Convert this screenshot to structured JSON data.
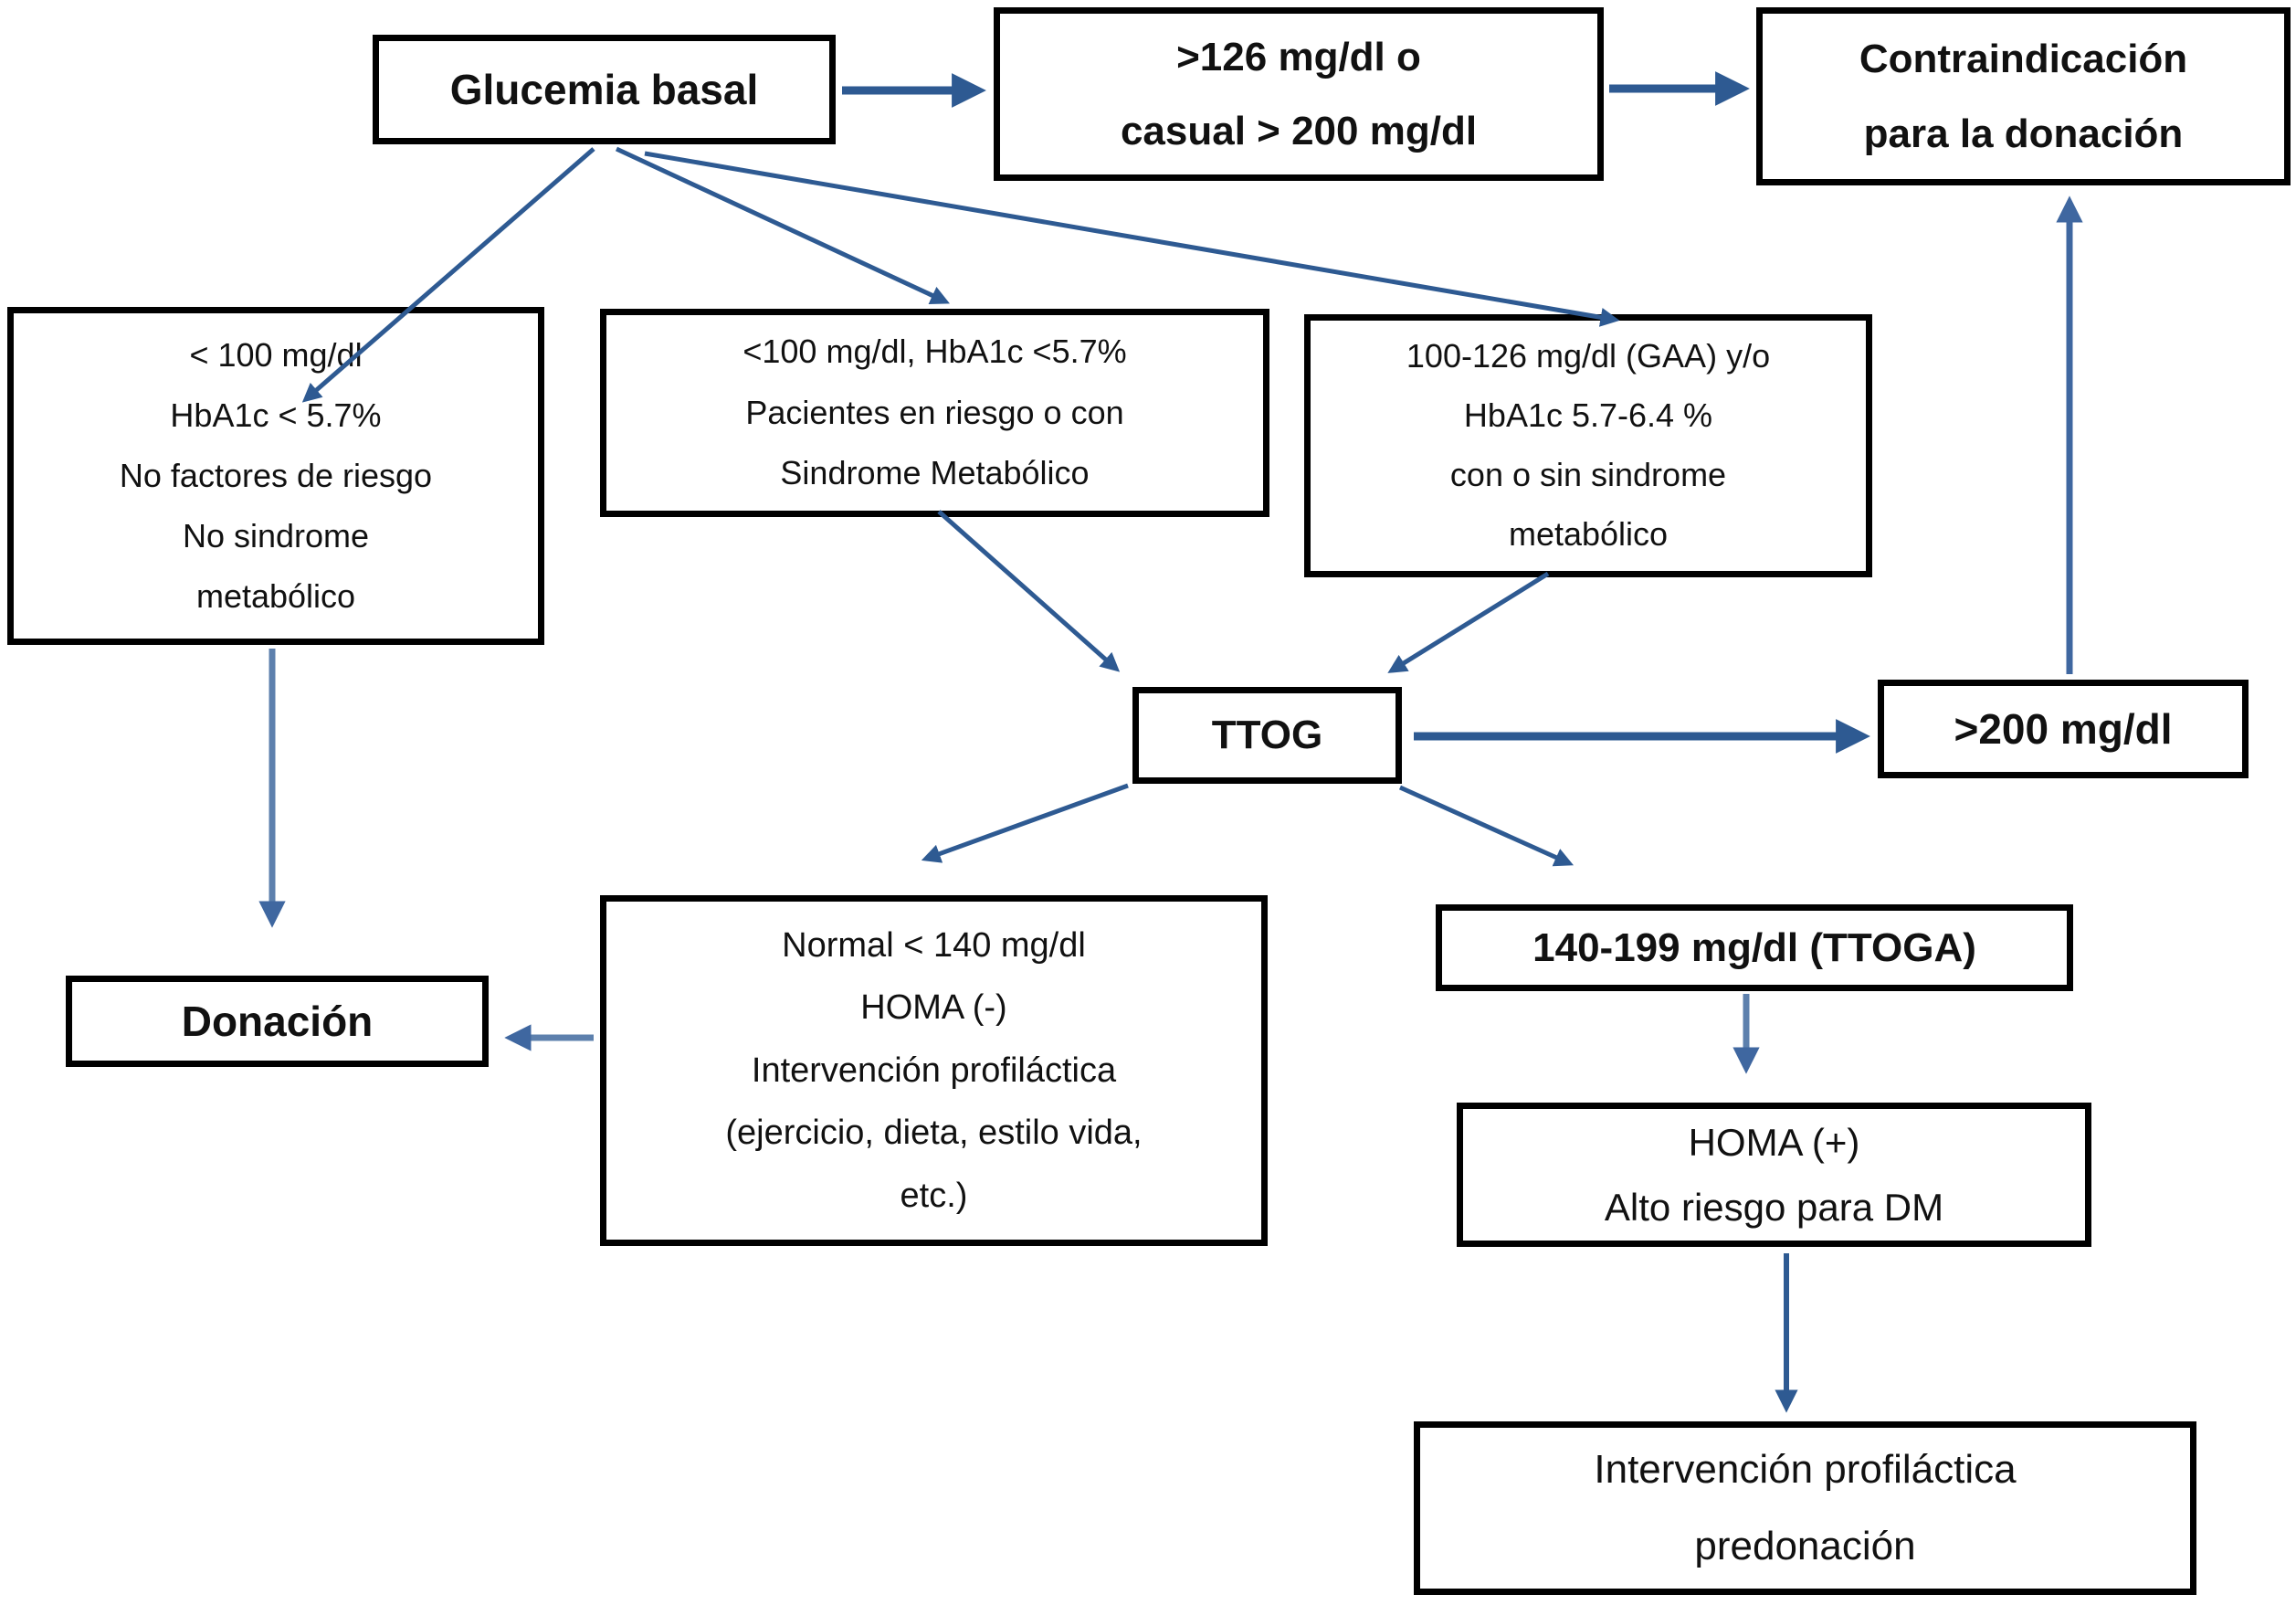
{
  "diagram": {
    "nodes": {
      "glucemia_basal": {
        "label": "Glucemia basal"
      },
      "glucemia_alta": {
        "label": ">126 mg/dl o\ncasual > 200 mg/dl"
      },
      "contraindicacion": {
        "label": "Contraindicación\npara la donación"
      },
      "normal_sin_riesgo": {
        "label": "< 100 mg/dl\nHbA1c < 5.7%\nNo factores de riesgo\nNo sindrome\nmetabólico"
      },
      "normal_con_riesgo": {
        "label": "<100 mg/dl, HbA1c <5.7%\nPacientes en riesgo o con\nSindrome Metabólico"
      },
      "gaa": {
        "label": "100-126 mg/dl (GAA) y/o\nHbA1c 5.7-6.4 %\ncon o sin sindrome\nmetabólico"
      },
      "ttog": {
        "label": "TTOG"
      },
      "ttog_alto": {
        "label": ">200 mg/dl"
      },
      "ttog_normal": {
        "label": "Normal < 140 mg/dl\nHOMA (-)\nIntervención profiláctica\n(ejercicio, dieta, estilo vida,\netc.)"
      },
      "ttoga": {
        "label": "140-199 mg/dl (TTOGA)"
      },
      "donacion": {
        "label": "Donación"
      },
      "homa_positivo": {
        "label": "HOMA (+)\nAlto riesgo para DM"
      },
      "intervencion_predonacion": {
        "label": "Intervención profiláctica\npredonación"
      }
    },
    "edges": [
      {
        "from": "glucemia_basal",
        "to": "glucemia_alta"
      },
      {
        "from": "glucemia_alta",
        "to": "contraindicacion"
      },
      {
        "from": "glucemia_basal",
        "to": "normal_sin_riesgo"
      },
      {
        "from": "glucemia_basal",
        "to": "normal_con_riesgo"
      },
      {
        "from": "glucemia_basal",
        "to": "gaa"
      },
      {
        "from": "normal_con_riesgo",
        "to": "ttog"
      },
      {
        "from": "gaa",
        "to": "ttog"
      },
      {
        "from": "ttog",
        "to": "ttog_alto"
      },
      {
        "from": "ttog_alto",
        "to": "contraindicacion"
      },
      {
        "from": "ttog",
        "to": "ttog_normal"
      },
      {
        "from": "ttog",
        "to": "ttoga"
      },
      {
        "from": "normal_sin_riesgo",
        "to": "donacion"
      },
      {
        "from": "ttog_normal",
        "to": "donacion"
      },
      {
        "from": "ttoga",
        "to": "homa_positivo"
      },
      {
        "from": "homa_positivo",
        "to": "intervencion_predonacion"
      }
    ],
    "colors": {
      "arrow_dark": "#2e5a92",
      "arrow_medium": "#5d80ad",
      "box_border": "#000000",
      "text": "#111111",
      "background": "#ffffff"
    }
  }
}
